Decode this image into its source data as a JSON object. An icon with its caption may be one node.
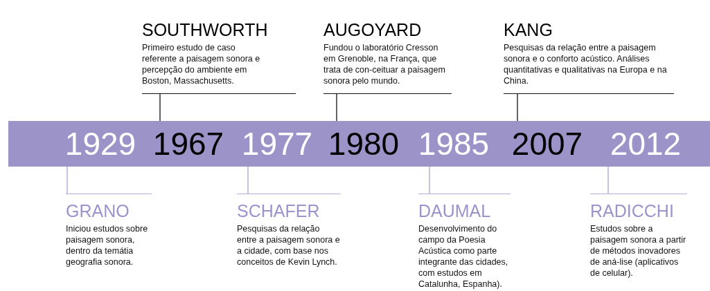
{
  "diagram": {
    "nodes": [
      {
        "text": [
          "1929",
          "1967",
          "1977",
          "1980",
          "1985",
          "2007",
          "2012"
        ]
      },
      {
        "text": [
          "SOUTHWORTH",
          "Primeiro estudo de caso referente a paisagem sonora e percepção do ambiente em Boston, Massachusetts."
        ]
      },
      {
        "text": [
          "AUGOYARD",
          "Fundou o laboratório Cresson em Grenoble, na França, que trata de con-ceituar a paisagem sonora pelo mundo."
        ]
      },
      {
        "text": [
          "KANG",
          "Pesquisas da relação entre a paisagem sonora e o conforto acústico. Análises quantitativas e qualitativas na Europa e na China."
        ]
      },
      {
        "text": [
          "GRANO",
          "Iniciou estudos sobre paisagem sonora, dentro da temátia geografia sonora."
        ]
      },
      {
        "text": [
          "SCHAFER",
          "Pesquisas da relação entre a paisagem sonora e a cidade, com base nos conceitos de Kevin Lynch."
        ]
      },
      {
        "text": [
          "DAUMAL",
          "Desenvolvimento do campo da Poesia Acústica como parte integrante das cidades, com estudos em Catalunha, Espanha)."
        ]
      },
      {
        "text": [
          "RADICCHI",
          "Estudos sobre a paisagem sonora a partir de métodos inovadores de aná-lise (aplicativos de celular)."
        ]
      }
    ],
    "edges": [
      {
        "from": 1,
        "to": 0,
        "arrow": "none",
        "color": "#111111"
      },
      {
        "from": 2,
        "to": 0,
        "arrow": "none",
        "color": "#111111"
      },
      {
        "from": 3,
        "to": 0,
        "arrow": "none",
        "color": "#111111"
      },
      {
        "from": 4,
        "to": 0,
        "arrow": "none"
      },
      {
        "from": 5,
        "to": 0,
        "arrow": "none"
      },
      {
        "from": 6,
        "to": 0,
        "arrow": "none"
      },
      {
        "from": 7,
        "to": 0,
        "arrow": "none"
      }
    ]
  }
}
